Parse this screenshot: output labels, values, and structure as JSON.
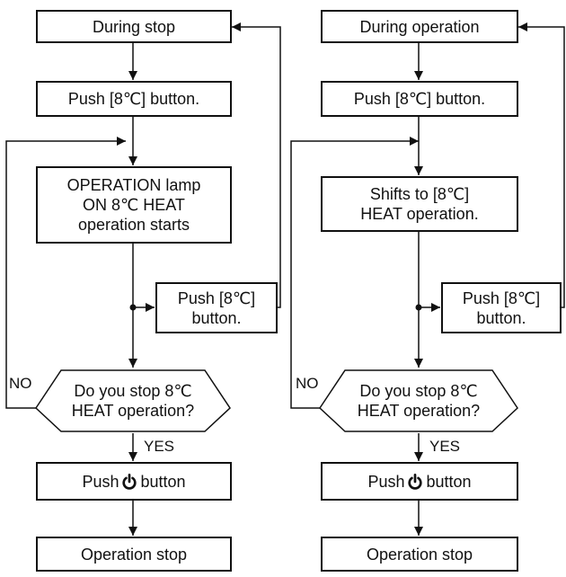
{
  "flows": [
    {
      "start": "During stop",
      "push_button": "Push [8℃] button.",
      "state": "OPERATION lamp\nON 8℃ HEAT\noperation starts",
      "side_push": "Push [8℃]\nbutton.",
      "question": "Do you stop 8℃\nHEAT operation?",
      "no_label": "NO",
      "yes_label": "YES",
      "power_push_before": "Push",
      "power_push_after": "button",
      "end": "Operation stop"
    },
    {
      "start": "During operation",
      "push_button": "Push [8℃] button.",
      "state": "Shifts to [8℃]\nHEAT operation.",
      "side_push": "Push [8℃]\nbutton.",
      "question": "Do you stop 8℃\nHEAT operation?",
      "no_label": "NO",
      "yes_label": "YES",
      "power_push_before": "Push",
      "power_push_after": "button",
      "end": "Operation stop"
    }
  ],
  "icons": {
    "power": "power-icon"
  }
}
